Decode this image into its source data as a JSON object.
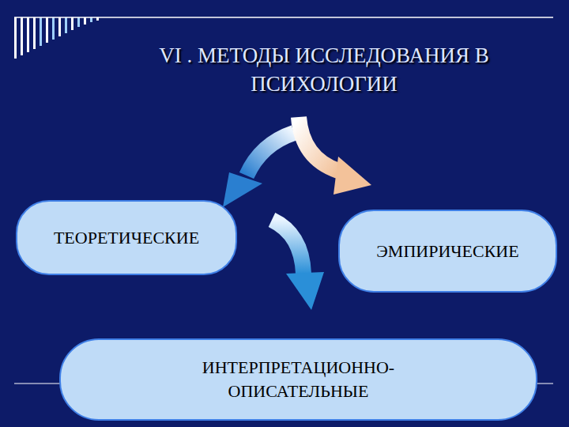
{
  "diagram": {
    "title": "VI . МЕТОДЫ ИССЛЕДОВАНИЯ В ПСИХОЛОГИИ",
    "nodes": [
      {
        "text": [
          "ТЕОРЕТИЧЕСКИЕ"
        ]
      },
      {
        "text": [
          "ЭМПИРИЧЕСКИЕ"
        ]
      },
      {
        "text": [
          "ИНТЕРПРЕТАЦИОННО- ОПИСАТЕЛЬНЫЕ"
        ]
      }
    ]
  }
}
